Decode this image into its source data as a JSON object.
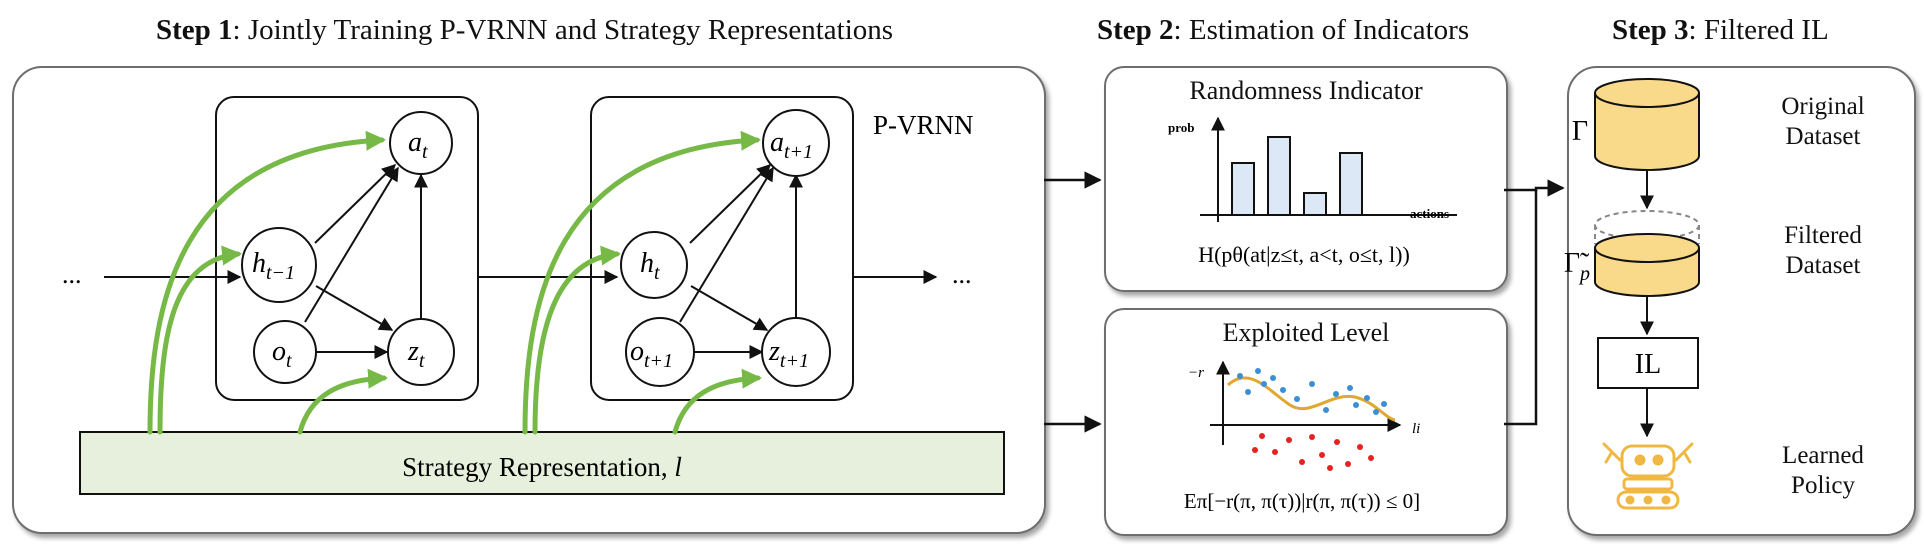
{
  "steps": {
    "step1": {
      "bold": "Step 1",
      "text": ": Jointly Training P-VRNN and Strategy Representations"
    },
    "step2": {
      "bold": "Step 2",
      "text": ": Estimation of Indicators"
    },
    "step3": {
      "bold": "Step 3",
      "text": ": Filtered IL"
    }
  },
  "pvrnn": {
    "label": "P-VRNN",
    "ellipsis_left": "...",
    "ellipsis_right": "...",
    "cell1": {
      "a": "a",
      "a_sub": "t",
      "h": "h",
      "h_sub": "t−1",
      "o": "o",
      "o_sub": "t",
      "z": "z",
      "z_sub": "t"
    },
    "cell2": {
      "a": "a",
      "a_sub": "t+1",
      "h": "h",
      "h_sub": "t",
      "o": "o",
      "o_sub": "t+1",
      "z": "z",
      "z_sub": "t+1"
    },
    "strategy": {
      "text": "Strategy Representation, ",
      "symbol": "l"
    },
    "colors": {
      "green": "#76b947",
      "strategy_fill": "#e6f0dc"
    }
  },
  "indicators": {
    "randomness": {
      "title": "Randomness Indicator",
      "ylabel": "prob",
      "xlabel": "actions",
      "formula": "H(pθ(at|z≤t, a<t, o≤t, l))",
      "bar_values": [
        0.52,
        0.78,
        0.22,
        0.62
      ],
      "bar_fill": "#dce8f5"
    },
    "exploited": {
      "title": "Exploited Level",
      "ylabel": "−r",
      "xlabel": "li",
      "formula": "Eπ[−r(π, π(τ))|r(π, π(τ)) ≤ 0]",
      "colors": {
        "positive": "#3a8fd6",
        "negative": "#e52222",
        "curve": "#e0a830"
      }
    }
  },
  "filtered_il": {
    "original": {
      "symbol": "Γ",
      "label_line1": "Original",
      "label_line2": "Dataset"
    },
    "filtered": {
      "symbol": "Γ̃",
      "symbol_sub": "p",
      "label_line1": "Filtered",
      "label_line2": "Dataset"
    },
    "il_box": "IL",
    "learned": {
      "label_line1": "Learned",
      "label_line2": "Policy"
    },
    "colors": {
      "cylinder": "#f9d98a",
      "robot": "#f0b842"
    }
  }
}
